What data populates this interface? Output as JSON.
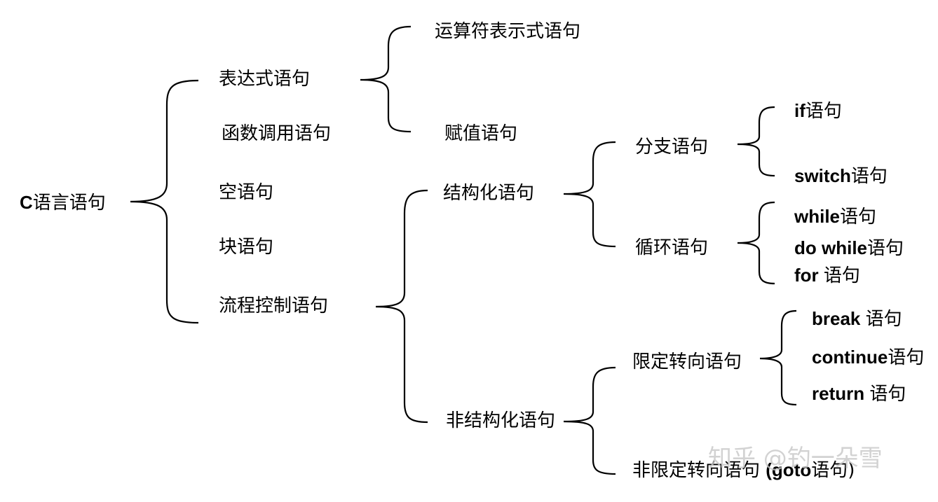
{
  "nodes": {
    "root": {
      "en": "C",
      "zh": "语言语句"
    },
    "expr": "表达式语句",
    "func": "函数调用语句",
    "empty": "空语句",
    "block": "块语句",
    "flow": "流程控制语句",
    "op_expr": "运算符表示式语句",
    "assign": "赋值语句",
    "structured": "结构化语句",
    "unstructured": "非结构化语句",
    "branch": "分支语句",
    "loop": "循环语句",
    "if": {
      "en": "if",
      "zh": "语句"
    },
    "switch": {
      "en": "switch",
      "zh": "语句"
    },
    "while": {
      "en": "while",
      "zh": "语句"
    },
    "do_while": {
      "en": "do while",
      "zh": "语句"
    },
    "for": {
      "en": "for ",
      "zh": "语句"
    },
    "limited": "限定转向语句",
    "break": {
      "en": "break ",
      "zh": "语句"
    },
    "continue": {
      "en": "continue",
      "zh": "语句"
    },
    "return": {
      "en": "return ",
      "zh": "语句"
    },
    "unlimited": {
      "zh": "非限定转向语句 ",
      "en": "(goto",
      "zh2": "语句)"
    }
  },
  "watermark": "知乎 @钓一朵雪"
}
